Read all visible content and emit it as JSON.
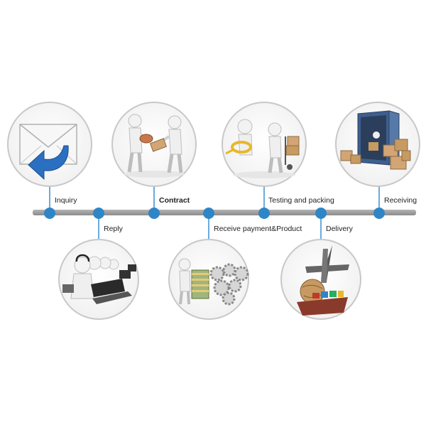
{
  "steps": [
    {
      "label": "Inquiry",
      "icon": "envelope-reply-icon"
    },
    {
      "label": "Reply",
      "icon": "call-center-icon"
    },
    {
      "label": "Contract",
      "icon": "handshake-contract-icon"
    },
    {
      "label": "Receive payment&Product",
      "icon": "money-gears-icon"
    },
    {
      "label": "Testing and packing",
      "icon": "testing-packing-icon"
    },
    {
      "label": "Delivery",
      "icon": "airplane-ship-icon"
    },
    {
      "label": "Receiving",
      "icon": "container-boxes-icon"
    }
  ],
  "colors": {
    "timeline": "#9a9a9a",
    "node": "#2f86c6",
    "connector": "#3a8fd0",
    "circle_border": "#c8c8c8",
    "envelope_arrow": "#2b6fc0"
  }
}
